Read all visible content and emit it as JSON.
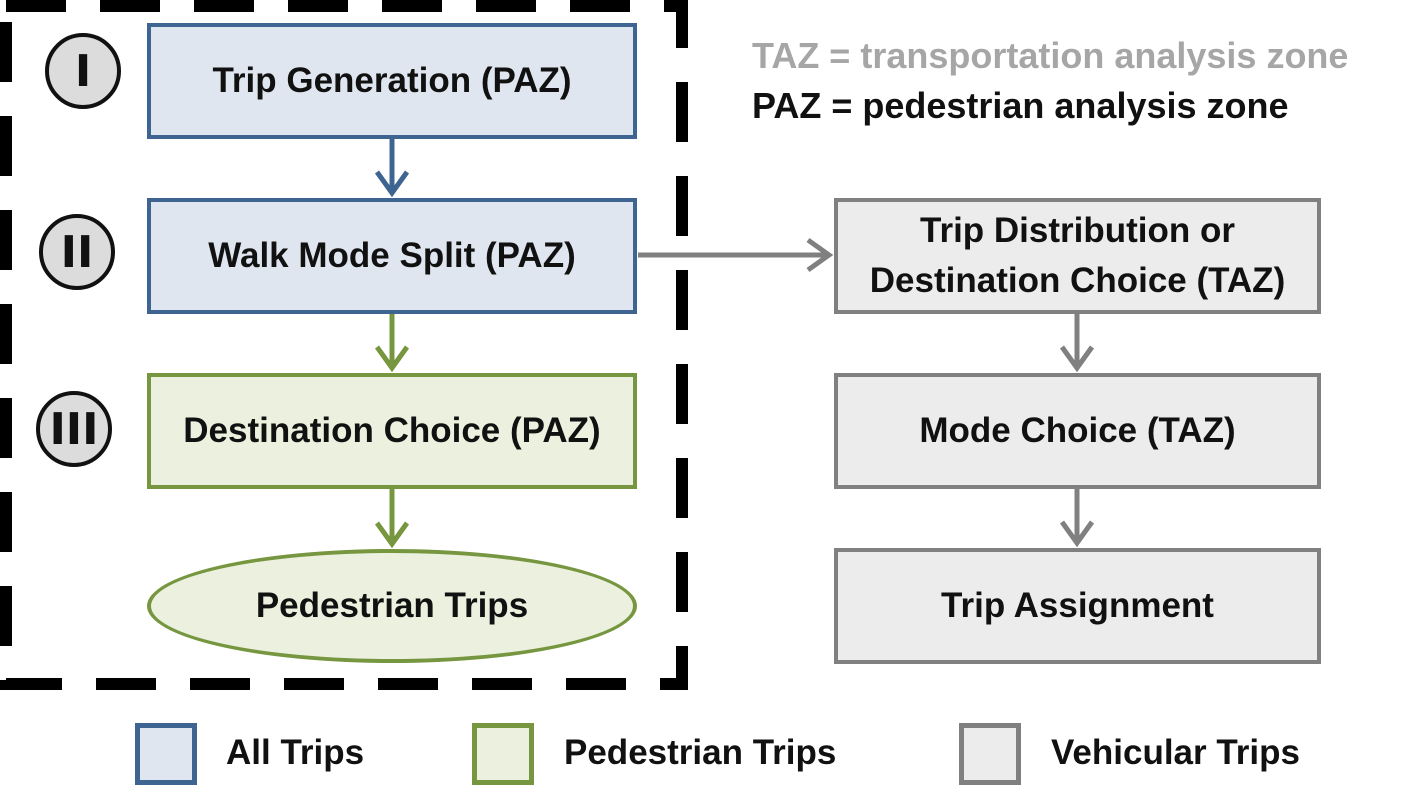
{
  "colors": {
    "all_trips_fill": "#dfe6f0",
    "all_trips_border": "#3e6591",
    "pedestrian_fill": "#ebf1de",
    "pedestrian_border": "#779640",
    "vehicular_fill": "#ececec",
    "vehicular_border": "#808080",
    "note_taz": "#a6a6a6",
    "note_paz": "#111111"
  },
  "notes": {
    "taz": "TAZ = transportation analysis zone",
    "paz": "PAZ = pedestrian analysis zone"
  },
  "steps": [
    {
      "numeral": "I",
      "label": "Trip Generation (PAZ)"
    },
    {
      "numeral": "II",
      "label": "Walk Mode Split (PAZ)"
    },
    {
      "numeral": "III",
      "label": "Destination Choice (PAZ)"
    }
  ],
  "pedestrian_output": "Pedestrian Trips",
  "vehicular_steps": {
    "distribution_line1": "Trip Distribution or",
    "distribution_line2": "Destination Choice (TAZ)",
    "mode_choice": "Mode Choice (TAZ)",
    "assignment": "Trip Assignment"
  },
  "legend": [
    {
      "label": "All Trips"
    },
    {
      "label": "Pedestrian Trips"
    },
    {
      "label": "Vehicular Trips"
    }
  ]
}
